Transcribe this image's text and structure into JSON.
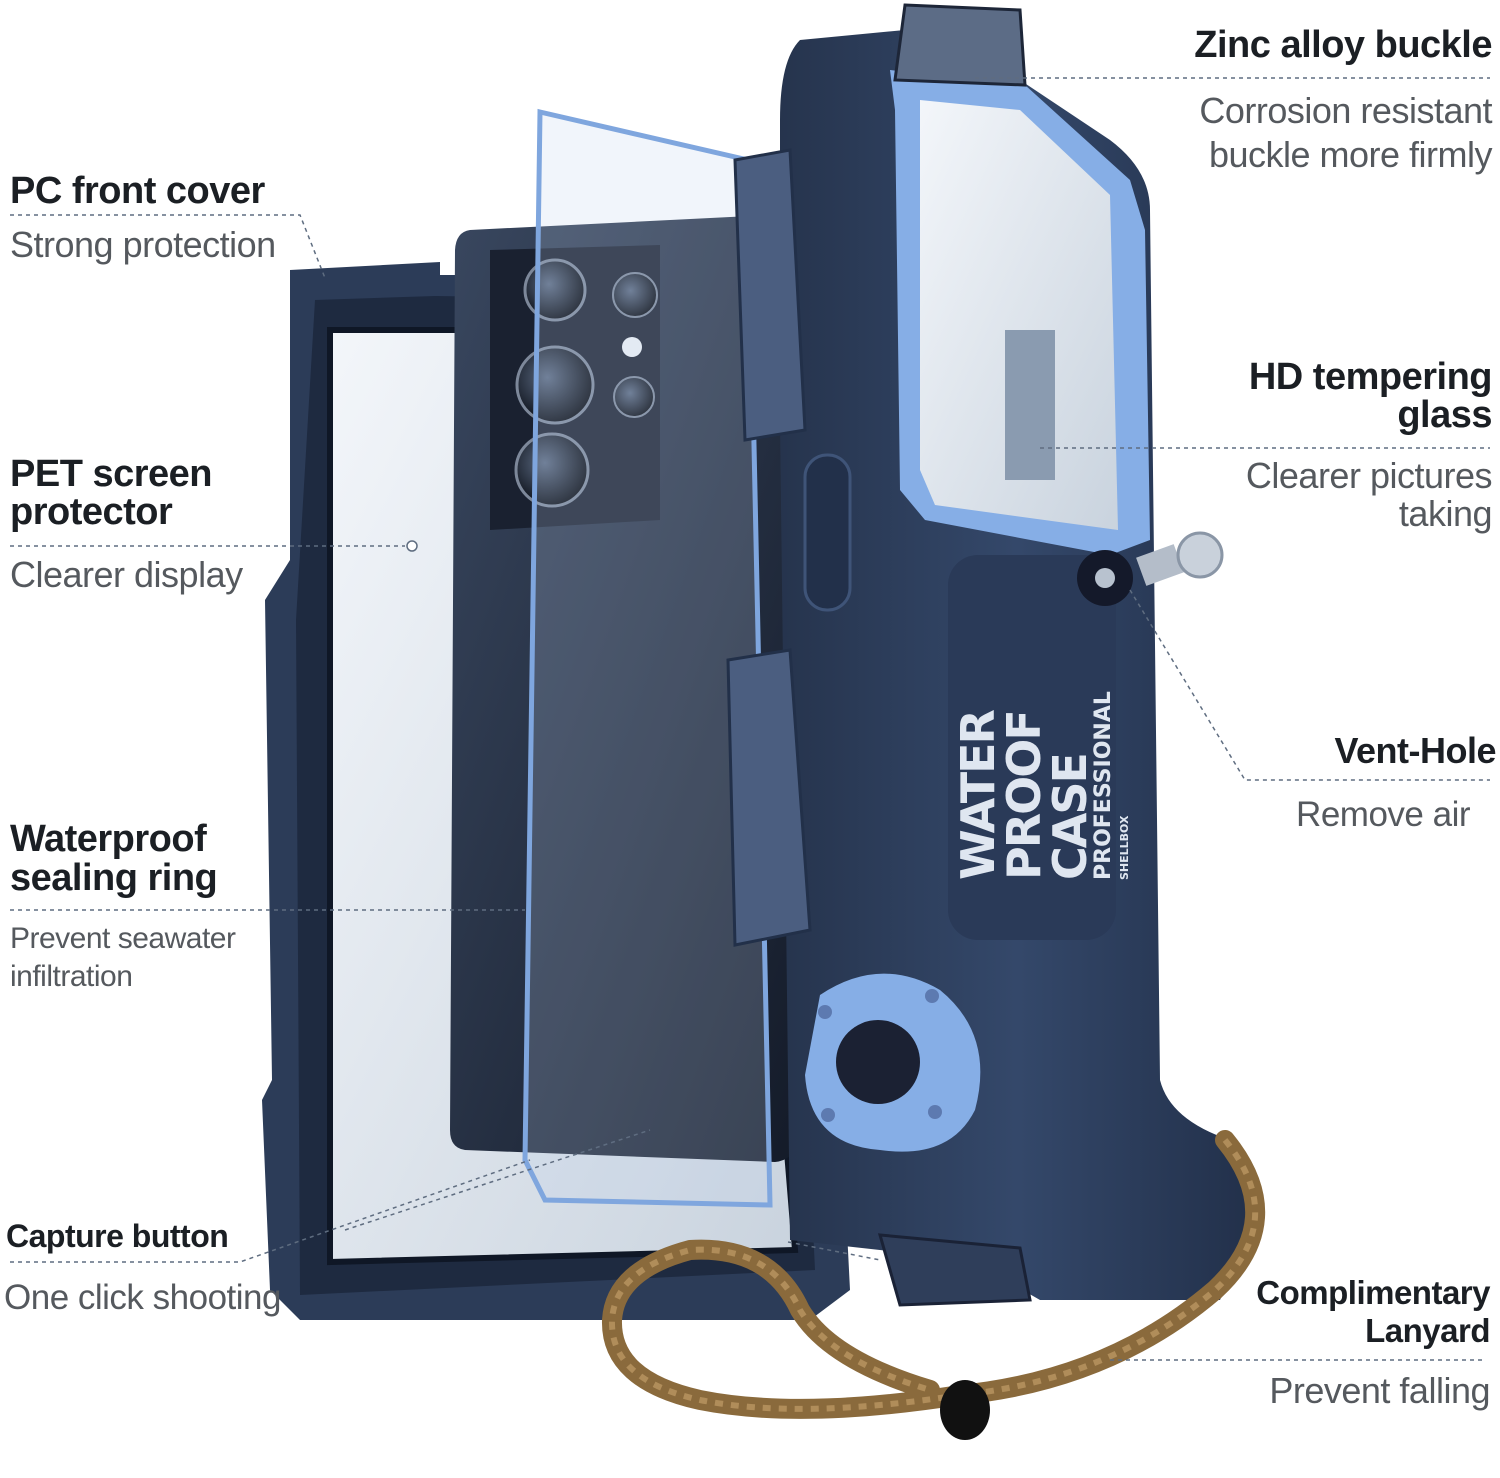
{
  "features": {
    "pc_front_cover": {
      "title": "PC front cover",
      "desc": "Strong protection"
    },
    "pet_screen_protector": {
      "title_line1": "PET screen",
      "title_line2": "protector",
      "desc": "Clearer display"
    },
    "waterproof_sealing_ring": {
      "title_line1": "Waterproof",
      "title_line2": "sealing ring",
      "desc_line1": "Prevent seawater",
      "desc_line2": "infiltration"
    },
    "capture_button": {
      "title": "Capture button",
      "desc": "One click shooting"
    },
    "zinc_alloy_buckle": {
      "title": "Zinc alloy buckle",
      "desc_line1": "Corrosion resistant",
      "desc_line2": "buckle more firmly"
    },
    "hd_tempering_glass": {
      "title_line1": "HD tempering",
      "title_line2": "glass",
      "desc_line1": "Clearer pictures",
      "desc_line2": "taking"
    },
    "vent_hole": {
      "title": "Vent-Hole",
      "desc": "Remove air"
    },
    "complimentary_lanyard": {
      "title_line1": "Complimentary",
      "title_line2": "Lanyard",
      "desc": "Prevent falling"
    }
  },
  "product_print": {
    "line1": "WATER",
    "line2": "PROOF",
    "line3": "CASE",
    "line4": "PROFESSIONAL",
    "brand": "SHELLBOX"
  },
  "colors": {
    "case_dark": "#2b3a54",
    "case_mid": "#3b4f70",
    "accent_blue": "#7fa6de",
    "lanyard": "#8a6a3c",
    "text_title": "#1b1f24",
    "text_desc": "#55595e",
    "leader_line": "#5f6d80"
  }
}
